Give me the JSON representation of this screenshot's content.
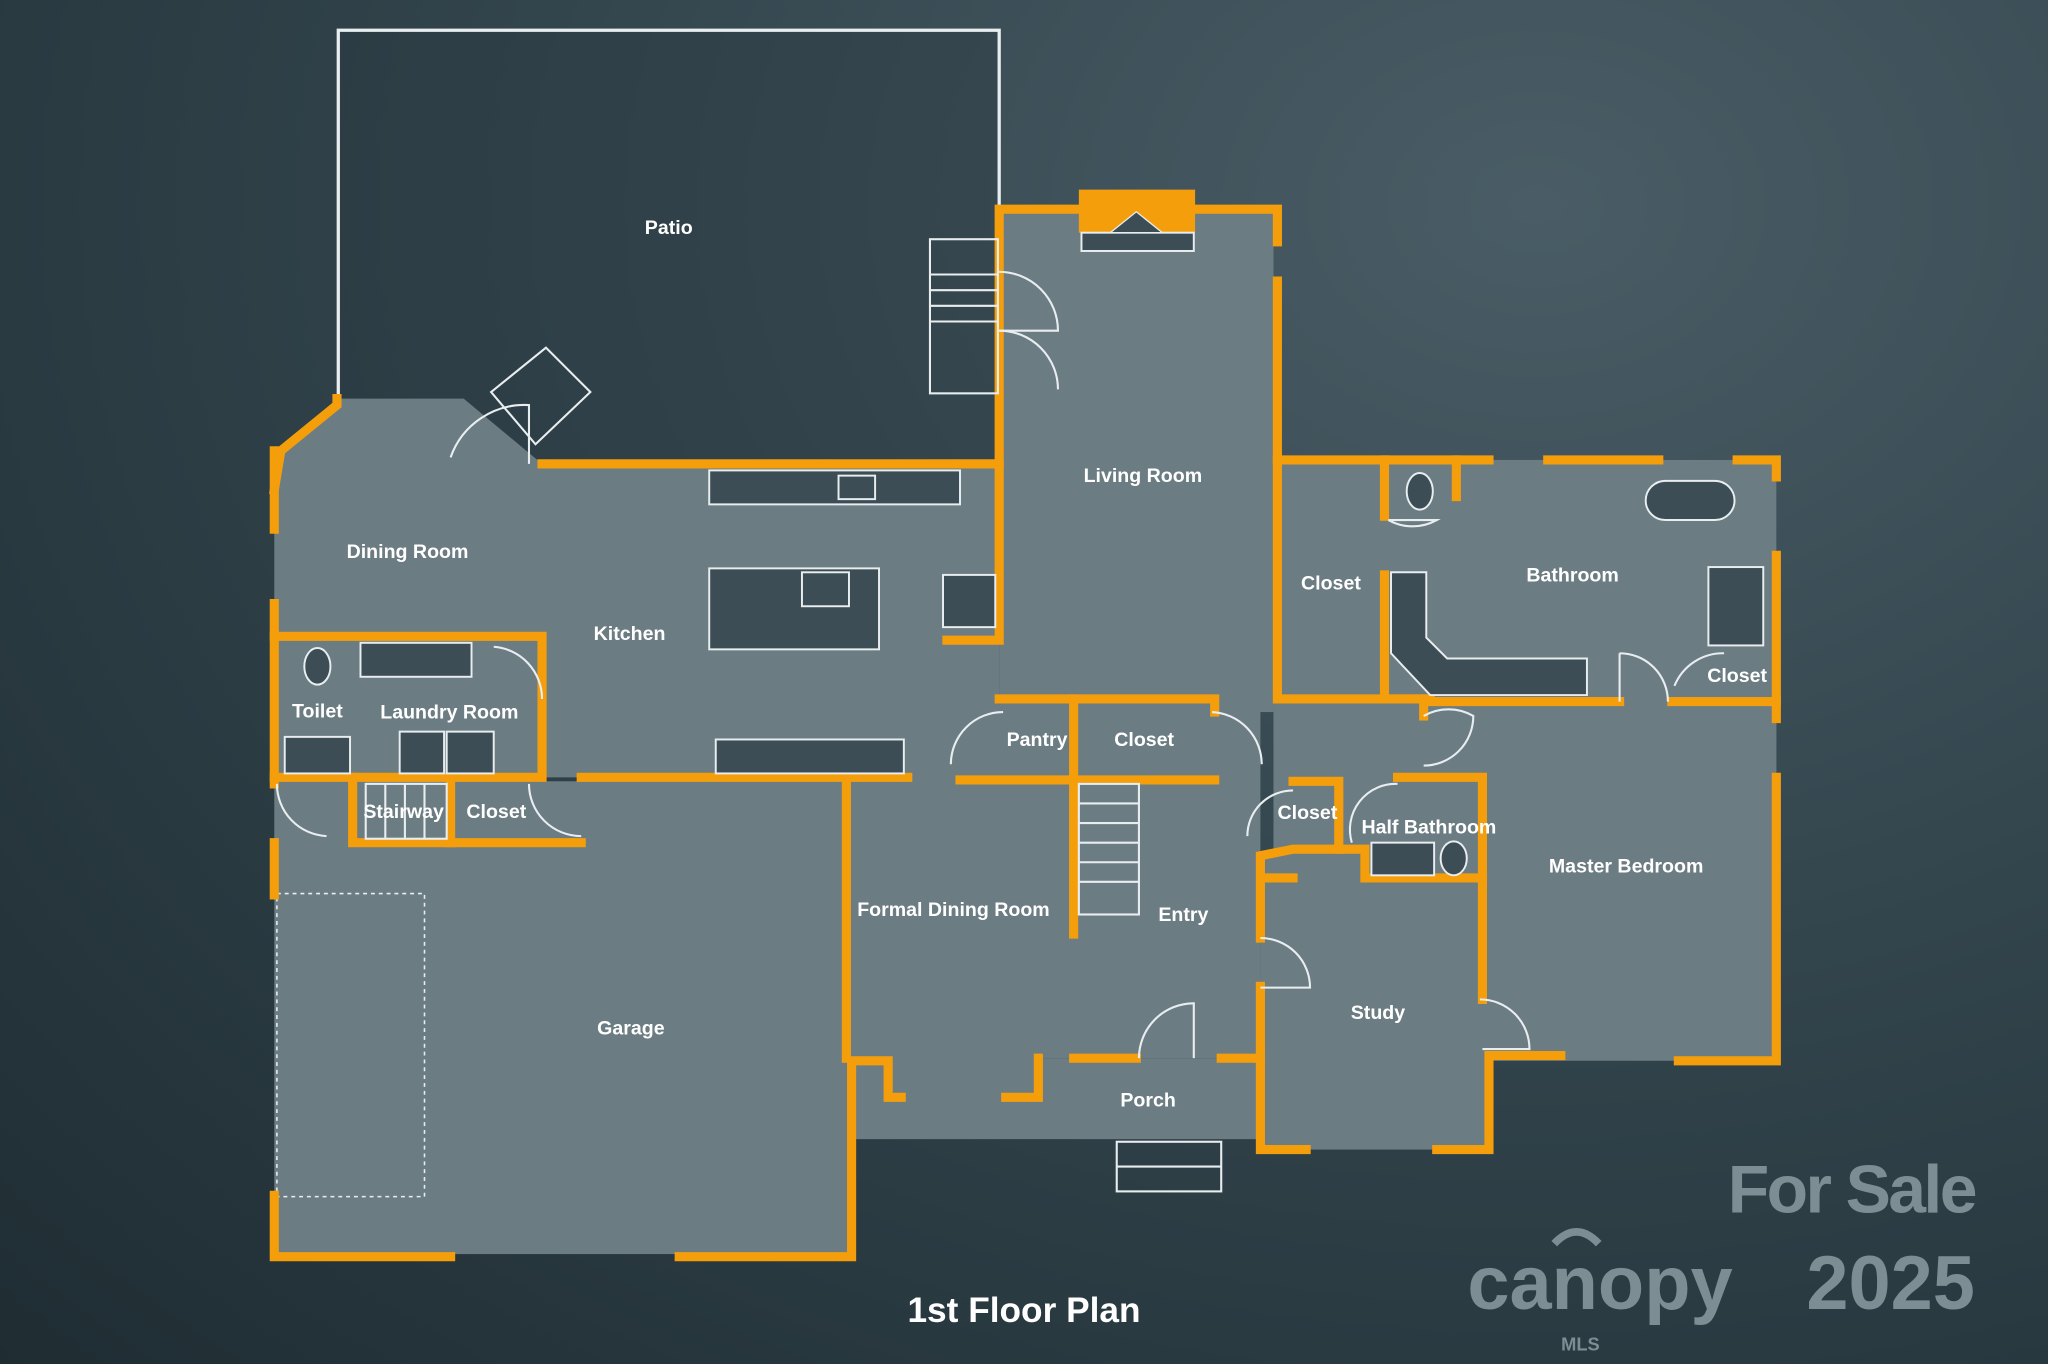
{
  "plan_title": "1st Floor Plan",
  "rooms": {
    "patio": "Patio",
    "living_room": "Living Room",
    "dining_room": "Dining Room",
    "kitchen": "Kitchen",
    "toilet": "Toilet",
    "laundry_room": "Laundry Room",
    "stairway": "Stairway",
    "closet_laundry": "Closet",
    "pantry": "Pantry",
    "closet_entry": "Closet",
    "closet_master": "Closet",
    "bathroom": "Bathroom",
    "closet_bath": "Closet",
    "closet_half": "Closet",
    "half_bathroom": "Half Bathroom",
    "master_bedroom": "Master Bedroom",
    "formal_dining_room": "Formal Dining Room",
    "entry": "Entry",
    "garage": "Garage",
    "study": "Study",
    "porch": "Porch"
  },
  "watermark": {
    "for_sale": "For Sale",
    "brand": "canopy",
    "brand_sub": "MLS",
    "year": "2025"
  },
  "colors": {
    "wall": "#f59e0b",
    "floor": "#6c7c83"
  }
}
